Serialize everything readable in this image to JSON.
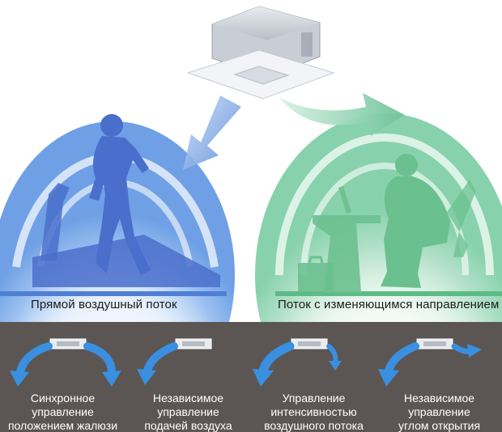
{
  "captions": {
    "left": "Прямой воздушный поток",
    "right": "Поток с изменяющимся направлением"
  },
  "modes": [
    {
      "lines": [
        "Синхронное",
        "управление",
        "положением жалюзи"
      ]
    },
    {
      "lines": [
        "Независимое",
        "управление",
        "подачей воздуха"
      ]
    },
    {
      "lines": [
        "Управление",
        "интенсивностью",
        "воздушного потока"
      ]
    },
    {
      "lines": [
        "Независимое",
        "управление",
        "углом открытия"
      ]
    }
  ],
  "colors": {
    "panel_bg": "#5b5654",
    "direct_flow_blue": "#5a8ad6",
    "swing_flow_green": "#6fc39a",
    "mode_arrow_blue": "#3a8fe0",
    "figure_blue": "#4a6ecb",
    "figure_green": "#6bc08f"
  }
}
